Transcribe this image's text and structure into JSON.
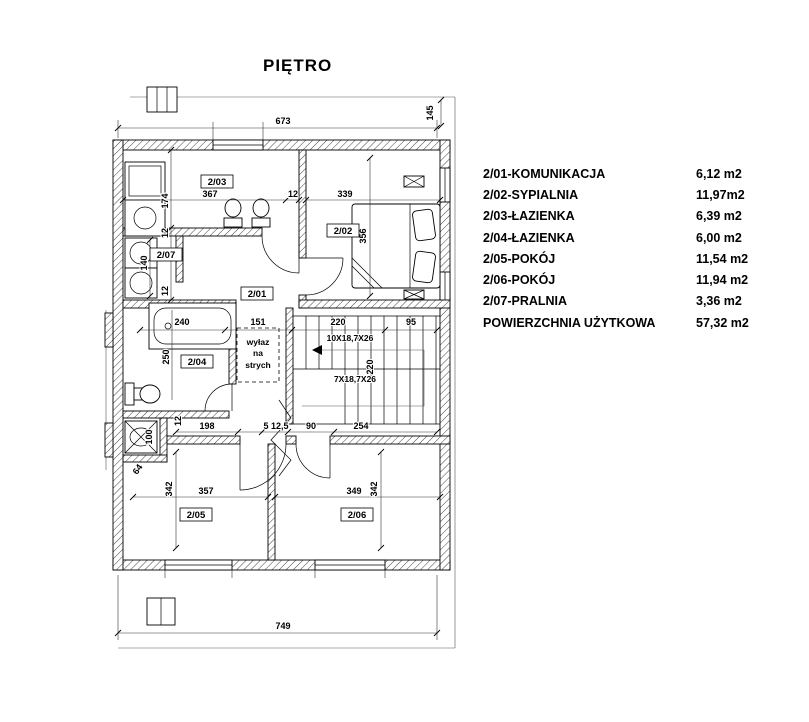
{
  "title": "PIĘTRO",
  "legend": {
    "rows": [
      {
        "label": "2/01-KOMUNIKACJA",
        "value": "6,12 m2"
      },
      {
        "label": "2/02-SYPIALNIA",
        "value": "11,97m2"
      },
      {
        "label": "2/03-ŁAZIENKA",
        "value": "6,39 m2"
      },
      {
        "label": "2/04-ŁAZIENKA",
        "value": "6,00 m2"
      },
      {
        "label": "2/05-POKÓJ",
        "value": "11,54 m2"
      },
      {
        "label": "2/06-POKÓJ",
        "value": "11,94 m2"
      },
      {
        "label": "2/07-PRALNIA",
        "value": "3,36 m2"
      },
      {
        "label": "POWIERZCHNIA UŻYTKOWA",
        "value": "57,32 m2"
      }
    ]
  },
  "plan": {
    "rooms": {
      "k201": "2/01",
      "k202": "2/02",
      "k203": "2/03",
      "k204": "2/04",
      "k205": "2/05",
      "k206": "2/06",
      "k207": "2/07"
    },
    "annotations": {
      "attic1": "wyłaz",
      "attic2": "na",
      "attic3": "strych",
      "stairs_up": "10X18,7X26",
      "stairs_down": "7X18,7X26"
    },
    "dims": {
      "d673": "673",
      "d145": "145",
      "d749": "749",
      "d367": "367",
      "d12a": "12",
      "d339": "339",
      "d174": "174",
      "d12b": "12",
      "d140": "140",
      "d12c": "12",
      "d356": "356",
      "d240": "240",
      "d151": "151",
      "d220a": "220",
      "d95": "95",
      "d250": "250",
      "d220b": "220",
      "d100": "100",
      "d12d": "12",
      "d198": "198",
      "d5125": "5 12,5",
      "d90": "90",
      "d254": "254",
      "d64": "64",
      "d342a": "342",
      "d357": "357",
      "d349": "349",
      "d342b": "342"
    }
  },
  "colors": {
    "ink": "#000000",
    "paper": "#ffffff"
  }
}
